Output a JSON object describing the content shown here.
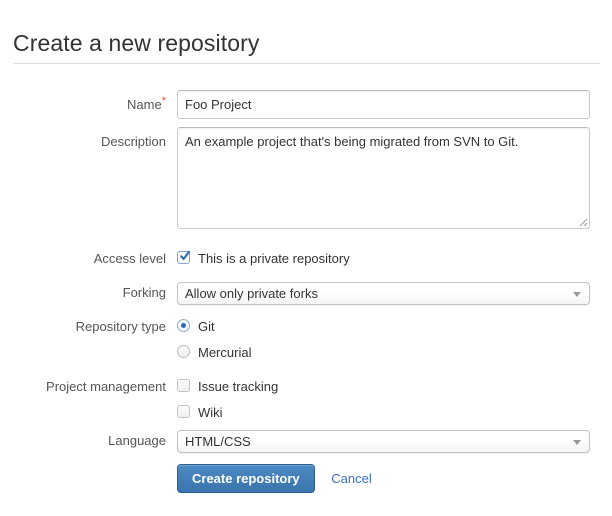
{
  "page": {
    "title": "Create a new repository"
  },
  "fields": {
    "name": {
      "label": "Name",
      "required_marker": "*",
      "value": "Foo Project",
      "placeholder": ""
    },
    "description": {
      "label": "Description",
      "value": "An example project that's being migrated from SVN to Git.",
      "placeholder": ""
    },
    "access_level": {
      "label": "Access level",
      "checkbox_label": "This is a private repository",
      "checked": true
    },
    "forking": {
      "label": "Forking",
      "selected": "Allow only private forks"
    },
    "repository_type": {
      "label": "Repository type",
      "options": [
        {
          "label": "Git",
          "selected": true
        },
        {
          "label": "Mercurial",
          "selected": false
        }
      ]
    },
    "project_management": {
      "label": "Project management",
      "options": [
        {
          "label": "Issue tracking",
          "checked": false
        },
        {
          "label": "Wiki",
          "checked": false
        }
      ]
    },
    "language": {
      "label": "Language",
      "selected": "HTML/CSS"
    }
  },
  "actions": {
    "submit_label": "Create repository",
    "cancel_label": "Cancel"
  },
  "colors": {
    "primary_button": "#3a74ad",
    "link": "#3a6fc4",
    "required_star": "#d9512c",
    "label_text": "#555555",
    "body_text": "#333333",
    "rule": "#e0e0e0"
  },
  "icons": {
    "select_arrow": "chevron-down-icon",
    "resize_grip": "resize-grip-icon",
    "checkmark": "check-icon"
  }
}
